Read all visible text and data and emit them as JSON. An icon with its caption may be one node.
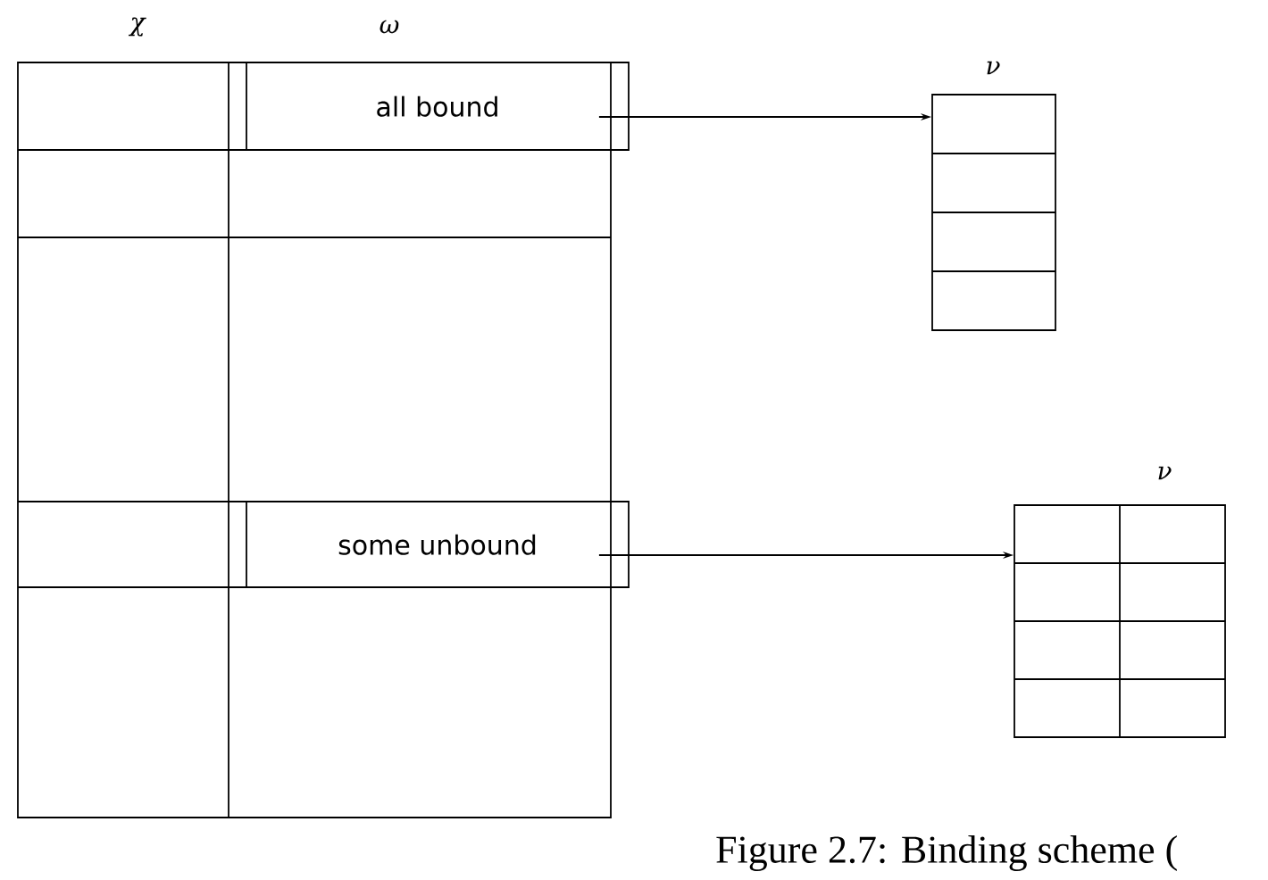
{
  "diagram": {
    "caption": "Figure 2.7: Binding scheme (",
    "nodes": [
      {
        "text": [
          "all bound"
        ]
      },
      {
        "text": [
          "some unbound"
        ]
      },
      {
        "text": [
          "ν"
        ]
      },
      {
        "text": [
          "ν"
        ]
      }
    ],
    "edges": [
      {
        "from": 0,
        "to": 2,
        "arrow": "to"
      },
      {
        "from": 1,
        "to": 3,
        "arrow": "to"
      }
    ],
    "labels": [
      "χ",
      "ω"
    ]
  }
}
